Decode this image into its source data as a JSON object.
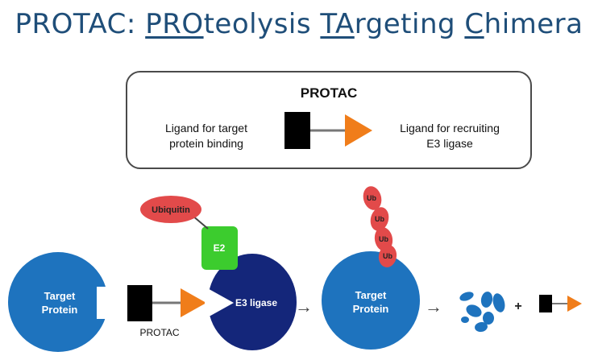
{
  "title": {
    "part1": "PROTAC: ",
    "u1": "PRO",
    "part2": "teolysis ",
    "u2": "TA",
    "part3": "rgeting ",
    "u3": "C",
    "part4": "himera"
  },
  "legend_box": {
    "heading": "PROTAC",
    "left_line1": "Ligand for target",
    "left_line2": "protein binding",
    "right_line1": "Ligand for recruiting",
    "right_line2": "E3 ligase"
  },
  "diagram": {
    "target_protein_line1": "Target",
    "target_protein_line2": "Protein",
    "protac_label": "PROTAC",
    "e3_label": "E3 ligase",
    "e2_label": "E2",
    "ubiquitin_label": "Ubiquitin",
    "ub_labels": [
      "Ub",
      "Ub",
      "Ub",
      "Ub"
    ],
    "arrow_glyph": "→",
    "plus_glyph": "+"
  },
  "colors": {
    "target_blue": "#1e73be",
    "e3_navy": "#14267a",
    "e2_green": "#3ccc2e",
    "ubiquitin_red": "#e24a4a",
    "ligand_orange": "#f07d1a",
    "title_blue": "#1f4e79"
  }
}
